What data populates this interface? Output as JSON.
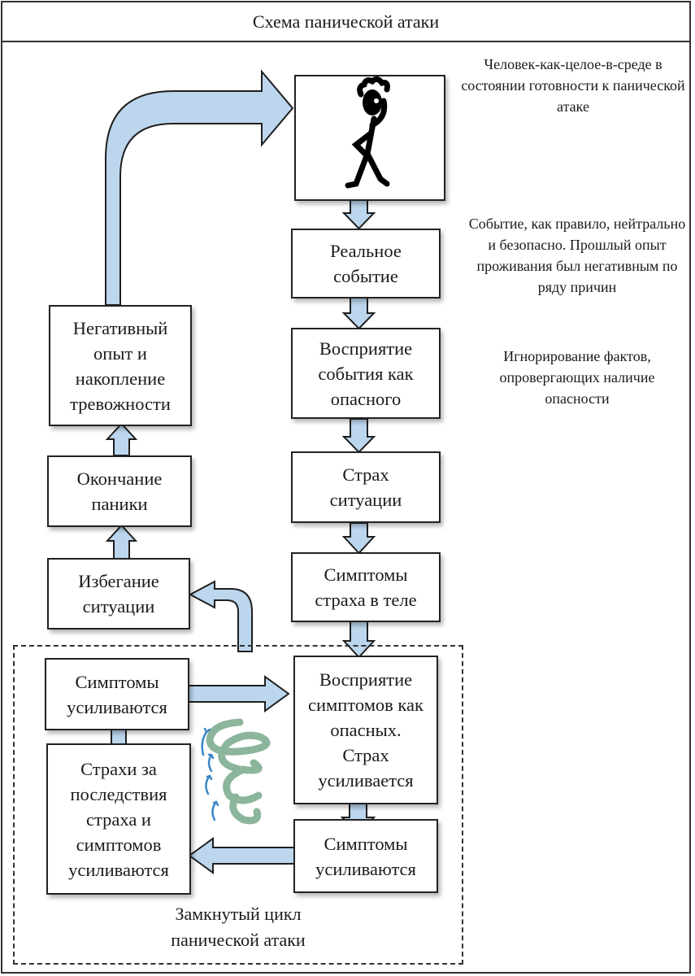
{
  "title": "Схема панической атаки",
  "colors": {
    "arrow_fill": "#bcd6ee",
    "arrow_stroke": "#1f1f1f",
    "spiral": "#7fae92",
    "spiral_arrows": "#3a86c8"
  },
  "person_image": {
    "icon": "stressed-stick-figure-icon"
  },
  "notes": {
    "person": "Человек-как-целое-в-среде в состоянии готовности к панической атаке",
    "event": "Событие, как правило, нейтрально и безопасно. Прошлый опыт проживания был негативным по ряду причин",
    "ignore": "Игнорирование фактов, опровергающих наличие опасности"
  },
  "right_column": [
    "Реальное событие",
    "Восприятие события как опасного",
    "Страх ситуации",
    "Симптомы страха в теле"
  ],
  "left_column": [
    "Негативный опыт и накопление тревожности",
    "Окончание паники",
    "Избегание ситуации"
  ],
  "cycle": {
    "label": "Замкнутый цикл панической атаки",
    "perception": "Восприятие симптомов как опасных. Страх усиливается",
    "symptoms_right": "Симптомы усиливаются",
    "fears": "Страхи за последствия страха и симптомов усиливаются",
    "symptoms_left": "Симптомы усиливаются",
    "spiral_icon": "spiral-tornado-icon"
  }
}
